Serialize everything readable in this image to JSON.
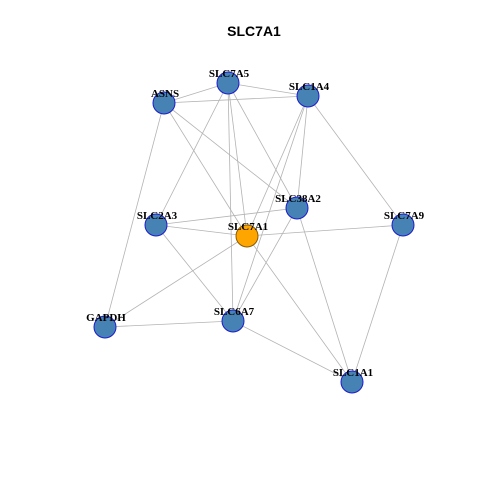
{
  "title": "SLC7A1",
  "style": {
    "node_fill": "#4682b4",
    "node_stroke": "#1c1ccf",
    "hub_fill": "#ffa500",
    "hub_stroke": "#8b5a00",
    "edge_color": "#b3b3b3",
    "label_color": "#000000",
    "title_color": "#000000"
  },
  "nodes": [
    {
      "id": "SLC7A5",
      "label": "SLC7A5",
      "hub": false
    },
    {
      "id": "ASNS",
      "label": "ASNS",
      "hub": false
    },
    {
      "id": "SLC1A4",
      "label": "SLC1A4",
      "hub": false
    },
    {
      "id": "SLC38A2",
      "label": "SLC38A2",
      "hub": false
    },
    {
      "id": "SLC2A3",
      "label": "SLC2A3",
      "hub": false
    },
    {
      "id": "SLC7A9",
      "label": "SLC7A9",
      "hub": false
    },
    {
      "id": "SLC7A1",
      "label": "SLC7A1",
      "hub": true
    },
    {
      "id": "GAPDH",
      "label": "GAPDH",
      "hub": false
    },
    {
      "id": "SLC6A7",
      "label": "SLC6A7",
      "hub": false
    },
    {
      "id": "SLC1A1",
      "label": "SLC1A1",
      "hub": false
    }
  ],
  "edges": [
    [
      "SLC7A5",
      "ASNS"
    ],
    [
      "SLC7A5",
      "SLC1A4"
    ],
    [
      "ASNS",
      "SLC1A4"
    ],
    [
      "SLC7A5",
      "SLC38A2"
    ],
    [
      "SLC7A5",
      "SLC2A3"
    ],
    [
      "SLC7A5",
      "SLC7A1"
    ],
    [
      "SLC7A5",
      "SLC6A7"
    ],
    [
      "ASNS",
      "SLC38A2"
    ],
    [
      "ASNS",
      "SLC7A1"
    ],
    [
      "ASNS",
      "GAPDH"
    ],
    [
      "SLC1A4",
      "SLC38A2"
    ],
    [
      "SLC1A4",
      "SLC7A9"
    ],
    [
      "SLC1A4",
      "SLC7A1"
    ],
    [
      "SLC1A4",
      "SLC6A7"
    ],
    [
      "SLC38A2",
      "SLC2A3"
    ],
    [
      "SLC38A2",
      "SLC6A7"
    ],
    [
      "SLC38A2",
      "SLC1A1"
    ],
    [
      "SLC2A3",
      "SLC7A1"
    ],
    [
      "SLC2A3",
      "SLC6A7"
    ],
    [
      "SLC7A1",
      "SLC7A9"
    ],
    [
      "SLC7A1",
      "GAPDH"
    ],
    [
      "SLC7A1",
      "SLC1A1"
    ],
    [
      "GAPDH",
      "SLC6A7"
    ],
    [
      "SLC6A7",
      "SLC1A1"
    ],
    [
      "SLC7A9",
      "SLC1A1"
    ]
  ]
}
